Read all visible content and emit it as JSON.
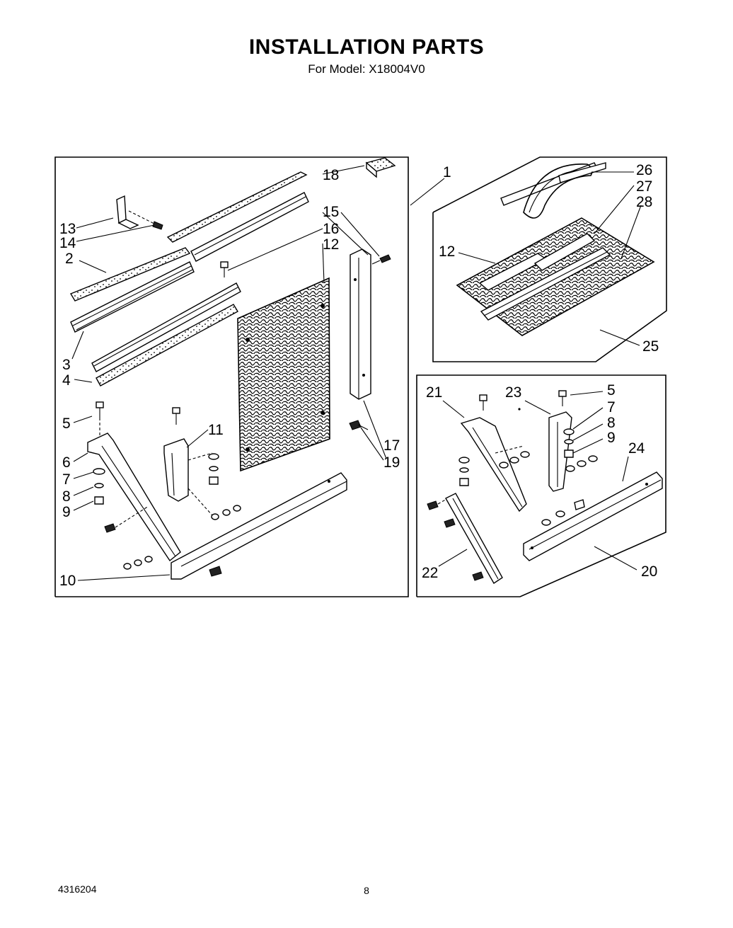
{
  "header": {
    "title": "INSTALLATION PARTS",
    "subtitle": "For Model: X18004V0"
  },
  "callouts": {
    "c1": "1",
    "c2": "2",
    "c3": "3",
    "c4": "4",
    "c5a": "5",
    "c6": "6",
    "c7a": "7",
    "c8a": "8",
    "c9a": "9",
    "c10": "10",
    "c11": "11",
    "c12a": "12",
    "c13": "13",
    "c14": "14",
    "c15": "15",
    "c16": "16",
    "c17": "17",
    "c18": "18",
    "c19": "19",
    "c20": "20",
    "c21": "21",
    "c22": "22",
    "c23": "23",
    "c24": "24",
    "c25": "25",
    "c26": "26",
    "c27": "27",
    "c28": "28",
    "c12b": "12",
    "c5b": "5",
    "c7b": "7",
    "c8b": "8",
    "c9b": "9"
  },
  "footer": {
    "doc_number": "4316204",
    "page_number": "8"
  }
}
